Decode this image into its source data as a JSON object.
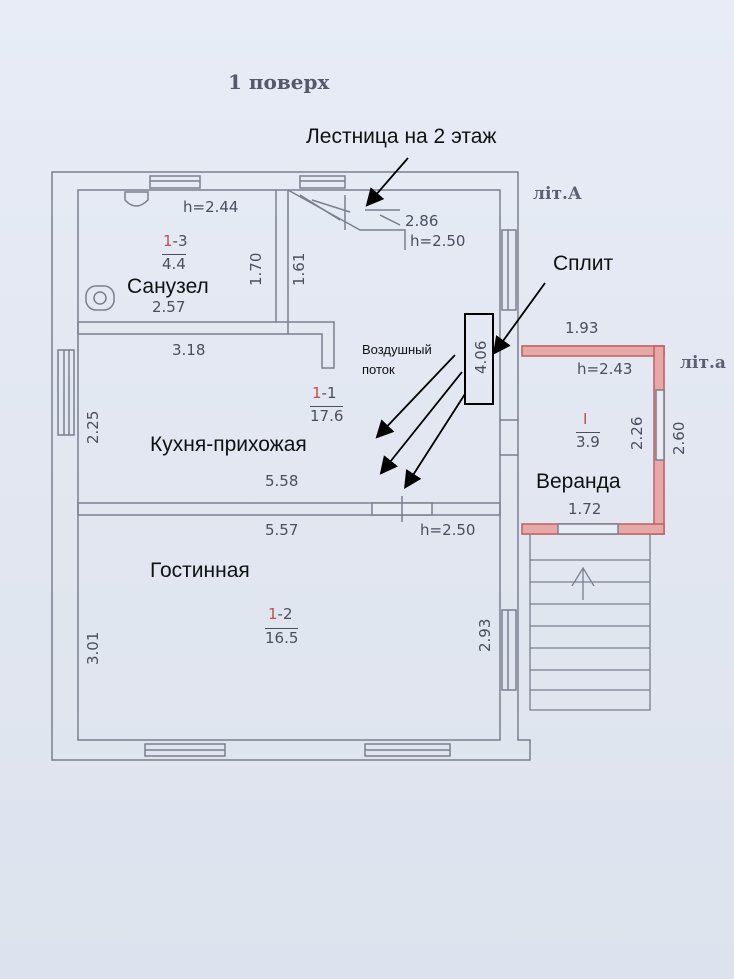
{
  "title": "1 поверх",
  "lit_a": "літ.А",
  "lit_a1": "літ.а",
  "annotations": {
    "stairs": "Лестница на 2 этаж",
    "split": "Сплит",
    "airflow_line1": "Воздушный",
    "airflow_line2": "поток"
  },
  "rooms": {
    "bathroom": {
      "name": "Санузел",
      "id_prefix": "1",
      "id_suffix": "-3",
      "area": "4.4"
    },
    "kitchen": {
      "name": "Кухня-прихожая",
      "id_prefix": "1",
      "id_suffix": "-1",
      "area": "17.6"
    },
    "living": {
      "name": "Гостинная",
      "id_prefix": "1",
      "id_suffix": "-2",
      "area": "16.5"
    },
    "veranda": {
      "name": "Веранда",
      "id_prefix": "",
      "id_suffix": "I",
      "area": "3.9"
    }
  },
  "dimensions": {
    "h_bath": "h=2.44",
    "h_stair": "h=2.50",
    "h_living": "h=2.50",
    "h_veranda": "h=2.43",
    "stair_width": "2.86",
    "bath_width": "2.57",
    "bath_vertical_1": "1.70",
    "bath_vertical_2": "1.61",
    "kitchen_top": "3.18",
    "kitchen_height": "2.25",
    "kitchen_width": "5.58",
    "living_width": "5.57",
    "living_left": "3.01",
    "living_right": "2.93",
    "split_wall": "4.06",
    "veranda_top": "1.93",
    "veranda_bottom": "1.72",
    "veranda_inner": "2.26",
    "veranda_outer": "2.60"
  }
}
